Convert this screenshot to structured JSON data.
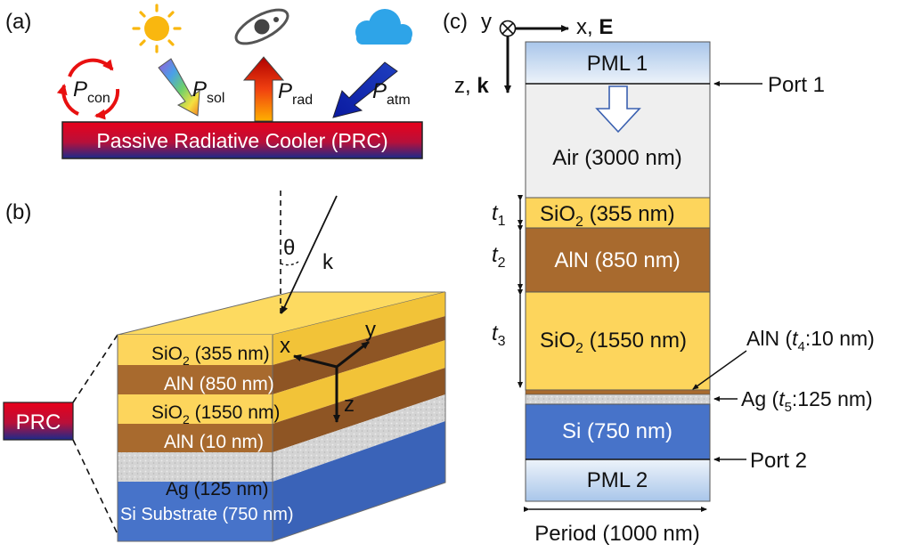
{
  "panel_a": {
    "label": "(a)",
    "p_con": {
      "main": "P",
      "sub": "con"
    },
    "p_sol": {
      "main": "P",
      "sub": "sol"
    },
    "p_rad": {
      "main": "P",
      "sub": "rad"
    },
    "p_atm": {
      "main": "P",
      "sub": "atm"
    },
    "bar_label": "Passive Radiative Cooler (PRC)",
    "icons": [
      "cycle-arrows-icon",
      "sun-icon",
      "galaxy-icon",
      "cloud-icon"
    ]
  },
  "panel_b": {
    "label": "(b)",
    "prc_label": "PRC",
    "theta": "θ",
    "k": "k",
    "axes": {
      "x": "x",
      "y": "y",
      "z": "z"
    },
    "layers": [
      {
        "pre": "SiO",
        "sub": "2",
        "post": " (355 nm)",
        "color": "#FDD55C"
      },
      {
        "pre": "AlN (850 nm)",
        "sub": "",
        "post": "",
        "color": "#A86A2E"
      },
      {
        "pre": "SiO",
        "sub": "2",
        "post": " (1550 nm)",
        "color": "#FDD55C"
      },
      {
        "pre": "AlN (10 nm)",
        "sub": "",
        "post": "",
        "color": "#A86A2E"
      },
      {
        "pre": "Ag (125 nm)",
        "sub": "",
        "post": "",
        "color": "#D6D6D6"
      },
      {
        "pre": "Si Substrate (750 nm)",
        "sub": "",
        "post": "",
        "color": "#4773C9"
      }
    ]
  },
  "panel_c": {
    "label": "(c)",
    "coord": {
      "y": "y",
      "x": "x, ",
      "E": "E",
      "z": "z, ",
      "k": "k"
    },
    "pml1": "PML 1",
    "port1": "Port 1",
    "air": "Air (3000 nm)",
    "sio2_a": {
      "pre": "SiO",
      "sub": "2",
      "post": " (355 nm)"
    },
    "aln_a": "AlN (850 nm)",
    "sio2_b": {
      "pre": "SiO",
      "sub": "2",
      "post": " (1550 nm)"
    },
    "aln_b": {
      "pre": "AlN (",
      "t": "t",
      "sub": "4",
      "post": ":10 nm)"
    },
    "ag": {
      "pre": "Ag (",
      "t": "t",
      "sub": "5",
      "post": ":125 nm)"
    },
    "si": "Si (750 nm)",
    "port2": "Port 2",
    "pml2": "PML 2",
    "period": "Period (1000 nm)",
    "t1": {
      "t": "t",
      "sub": "1"
    },
    "t2": {
      "t": "t",
      "sub": "2"
    },
    "t3": {
      "t": "t",
      "sub": "3"
    }
  }
}
